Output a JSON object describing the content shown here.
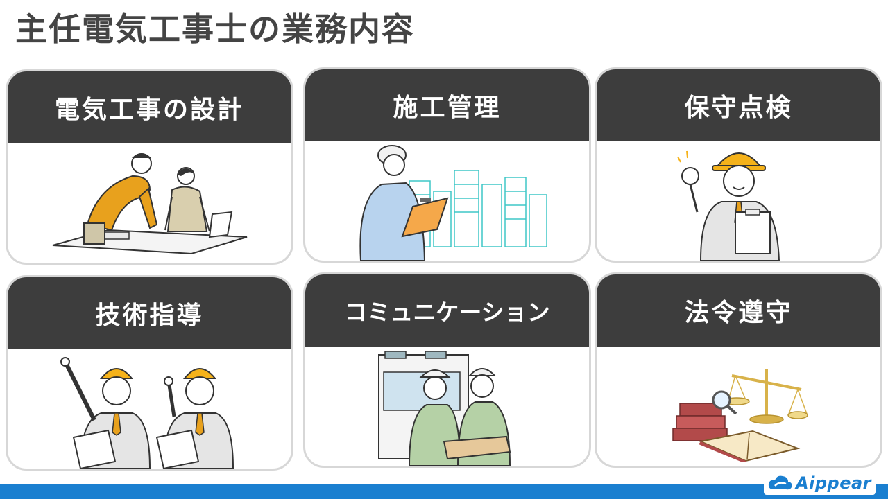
{
  "slide": {
    "title": "主任電気工事士の業務内容"
  },
  "cards": [
    {
      "title": "電気工事の設計",
      "art": "design-illustration"
    },
    {
      "title": "施工管理",
      "art": "construction-management-illustration"
    },
    {
      "title": "保守点検",
      "art": "maintenance-inspection-illustration"
    },
    {
      "title": "技術指導",
      "art": "technical-guidance-illustration"
    },
    {
      "title": "コミュニケーション",
      "art": "communication-illustration"
    },
    {
      "title": "法令遵守",
      "art": "legal-compliance-illustration"
    }
  ],
  "footer": {
    "brand": "Aippear",
    "color": "#1a7fd0"
  },
  "colors": {
    "header": "#3d3d3d",
    "title_text": "#444444",
    "helmet": "#f5b21a",
    "shirt": "#e8a11d"
  }
}
